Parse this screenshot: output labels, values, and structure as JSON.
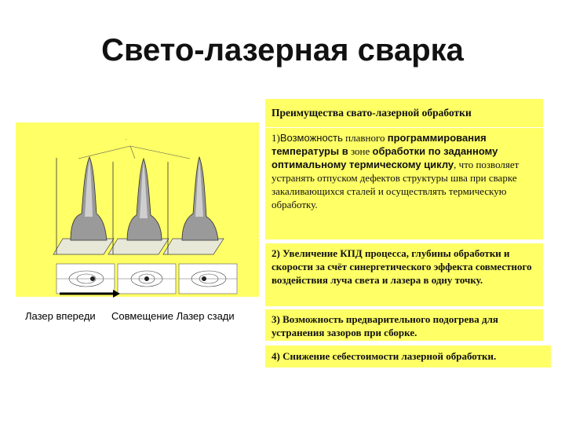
{
  "title": "Свето-лазерная сварка",
  "figure": {
    "caption_left": "Лазер впереди",
    "caption_right": "Совмещение Лазер сзади"
  },
  "advantages": {
    "heading": "Преимущества свато-лазерной обработки",
    "item1": {
      "a": "1)",
      "b": "Возможность",
      "c": " плавного ",
      "d": "программирования температуры в",
      "e": " зоне ",
      "f": "обработки по заданному оптимальному термическому циклу",
      "g": ", что позволяет устранять отпуском дефектов структуры шва при сварке закаливающихся сталей и осуществлять термическую обработку."
    },
    "item2": "2) Увеличение КПД процесса, глубины обработки и скорости за счёт синергетического эффекта совместного воздействия луча света и лазера в одну точку.",
    "item3": "3) Возможность предварительного подогрева для устранения зазоров при сборке.",
    "item4": "4) Снижение себестоимости лазерной обработки."
  }
}
